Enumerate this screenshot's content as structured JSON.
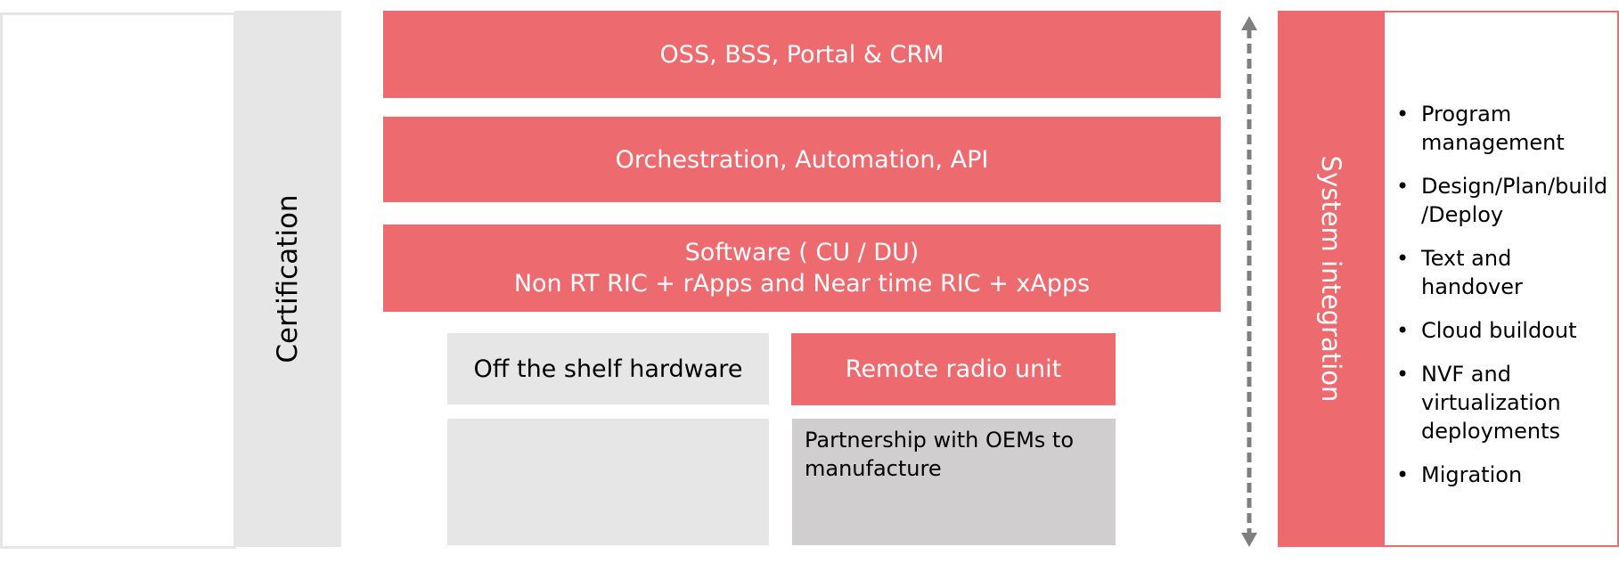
{
  "certification": {
    "label": "Certification"
  },
  "layers": {
    "oss": "OSS, BSS, Portal & CRM",
    "orchestration": "Orchestration,  Automation, API",
    "software_line1": "Software ( CU / DU)",
    "software_line2": "Non RT RIC + rApps and Near time RIC + xApps"
  },
  "hardware": {
    "off_the_shelf": "Off the shelf hardware",
    "remote_radio_unit": "Remote radio unit",
    "partnership": "Partnership with OEMs to manufacture"
  },
  "system_integration": {
    "label": "System integration",
    "bullet_symbol": "•",
    "items": [
      "Program management",
      "Design/Plan/build /Deploy",
      "Text and handover",
      "Cloud buildout",
      "NVF and virtualization deployments",
      "Migration"
    ]
  },
  "colors": {
    "accent_red": "#ed6a6f",
    "light_grey": "#e6e6e6",
    "mid_grey": "#d0cecf",
    "arrow_grey": "#7f7f7f"
  }
}
